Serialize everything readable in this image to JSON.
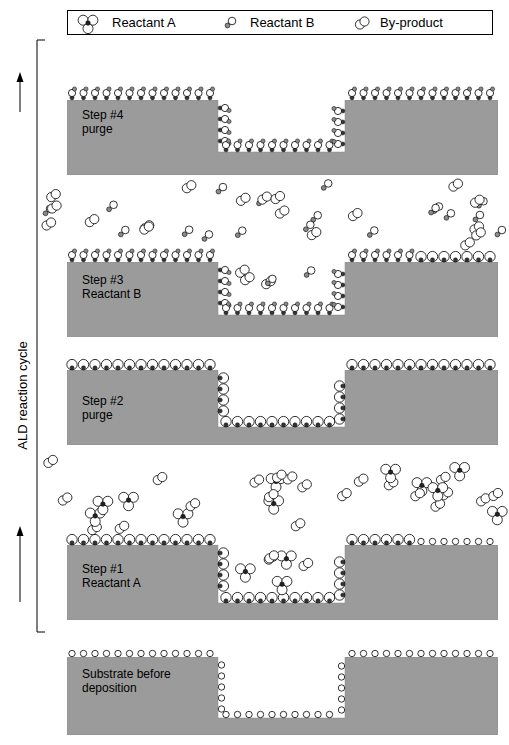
{
  "diagram": {
    "nodes": [
      {
        "text": [
          "Step #4 purge"
        ]
      },
      {
        "text": [
          "Step #3 Reactant B"
        ]
      },
      {
        "text": [
          "Step #2 purge"
        ]
      },
      {
        "text": [
          "Step #1 Reactant A"
        ]
      },
      {
        "text": [
          "Substrate before deposition"
        ]
      }
    ],
    "labels": [
      "ALD reaction cycle"
    ],
    "legend": [
      {
        "text": "Reactant A"
      },
      {
        "text": "Reactant B"
      },
      {
        "text": "By-product"
      }
    ]
  }
}
